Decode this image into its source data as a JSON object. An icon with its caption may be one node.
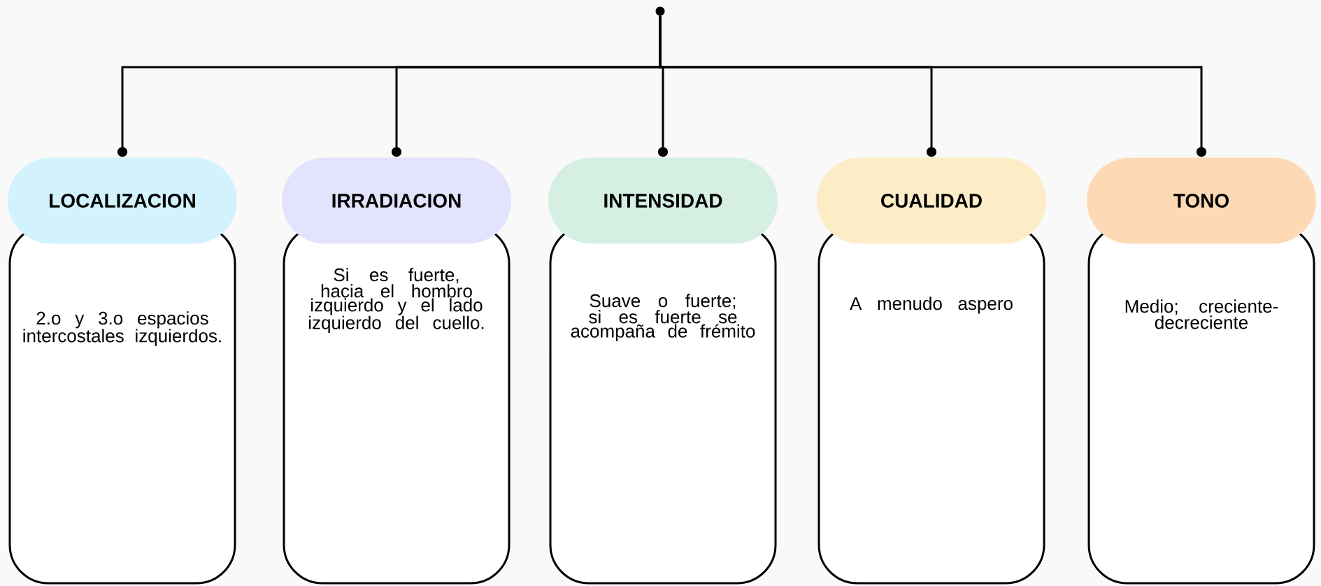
{
  "diagram": {
    "nodes": [
      {
        "text": [],
        "shape": "circle"
      },
      {
        "text": [
          "LOCALIZACION"
        ]
      },
      {
        "text": [
          "2.o y 3.o espacios intercostales izquierdos."
        ]
      },
      {
        "text": [
          "IRRADIACION"
        ]
      },
      {
        "text": [
          "Si es fuerte, hacia el hombro izquierdo y el lado izquierdo del cuello."
        ]
      },
      {
        "text": [
          "INTENSIDAD"
        ]
      },
      {
        "text": [
          "Suave o fuerte; si es fuerte se acompaña de frémito"
        ]
      },
      {
        "text": [
          "CUALIDAD"
        ]
      },
      {
        "text": [
          "A menudo aspero"
        ]
      },
      {
        "text": [
          "TONO"
        ]
      },
      {
        "text": [
          "Medio; creciente-decreciente"
        ]
      }
    ],
    "edges": [
      {
        "from": 0,
        "to": 1,
        "arrow": "other"
      },
      {
        "from": 0,
        "to": 3,
        "arrow": "other"
      },
      {
        "from": 0,
        "to": 5,
        "arrow": "other"
      },
      {
        "from": 0,
        "to": 7,
        "arrow": "other"
      },
      {
        "from": 0,
        "to": 9,
        "arrow": "other"
      }
    ]
  }
}
